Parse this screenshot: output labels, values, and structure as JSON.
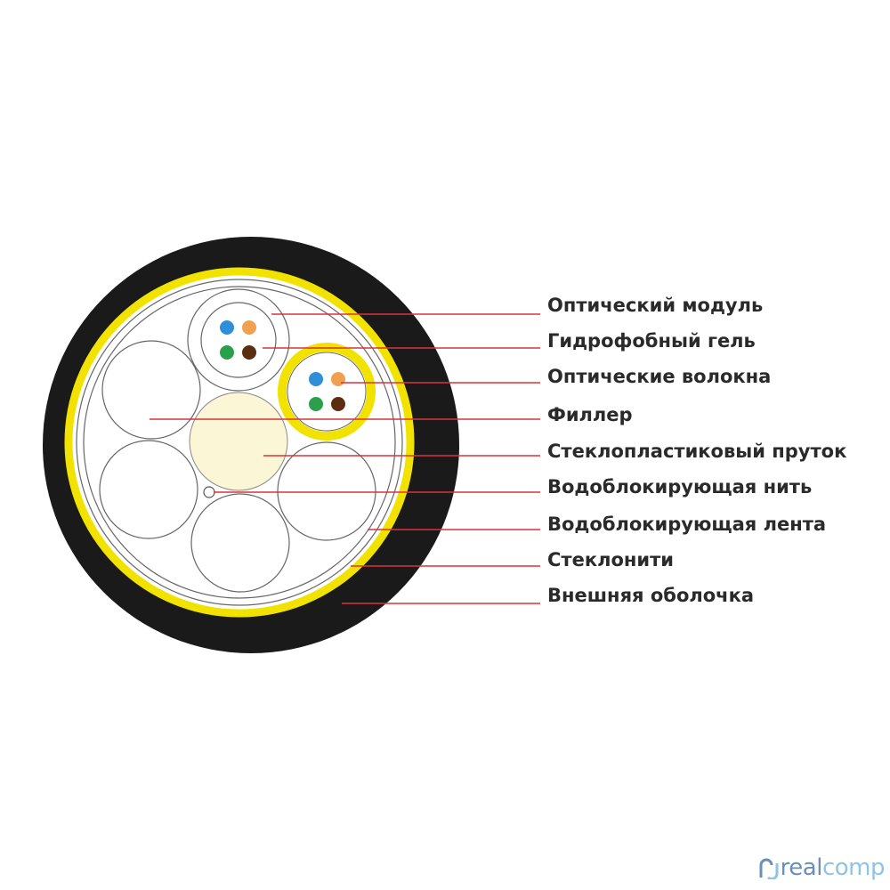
{
  "labels": [
    "Оптический модуль",
    "Гидрофобный гель",
    "Оптические волокна",
    "Филлер",
    "Стеклопластиковый пруток",
    "Водоблокирующая нить",
    "Водоблокирующая лента",
    "Стеклонити",
    "Внешняя оболочка"
  ],
  "logo": {
    "part1": "real",
    "part2": "comp"
  },
  "colors": {
    "sheath": "#1a1a1a",
    "yellow": "#f2e200",
    "rod": "#faf6d6",
    "leader": "#d8343c",
    "fiber_blue": "#2f8fd8",
    "fiber_orange": "#f0a050",
    "fiber_green": "#2aa04a",
    "fiber_brown": "#5a2e0e"
  }
}
